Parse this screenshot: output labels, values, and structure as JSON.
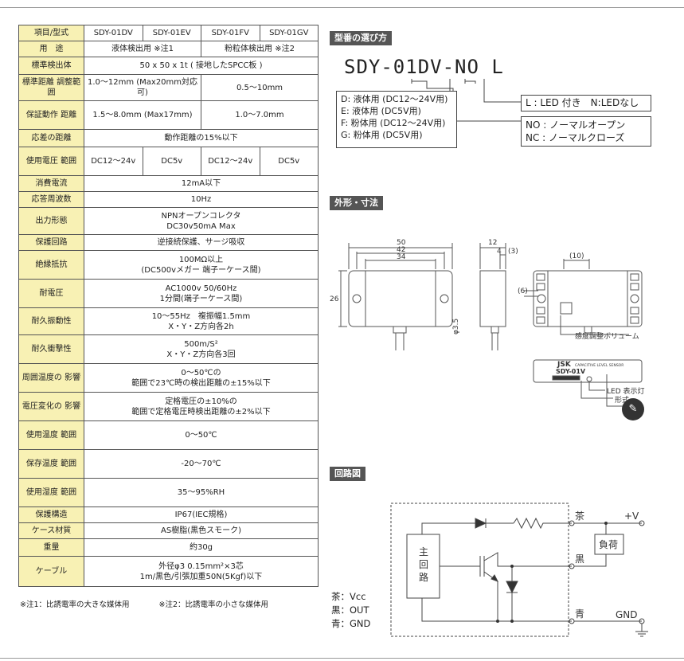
{
  "spec": {
    "header": [
      "項目/型式",
      "SDY-01DV",
      "SDY-01EV",
      "SDY-01FV",
      "SDY-01GV"
    ],
    "rows": {
      "use": {
        "k": "用　途",
        "a": "液体検出用 ※注1",
        "b": "粉粒体検出用 ※注2"
      },
      "std_obj": {
        "k": "標準検出体",
        "v": "50 x 50 x 1t ( 接地したSPCC板 )"
      },
      "std_dist": {
        "k": "標準距離 調整範囲",
        "a": "1.0～12mm (Max20mm対応可)",
        "b": "0.5～10mm"
      },
      "guar": {
        "k": "保証動作 距離",
        "a": "1.5～8.0mm (Max17mm)",
        "b": "1.0～7.0mm"
      },
      "hyst": {
        "k": "応差の距離",
        "v": "動作距離の15%以下"
      },
      "volt": {
        "k": "使用電圧 範囲",
        "c1": "DC12～24v",
        "c2": "DC5v",
        "c3": "DC12～24v",
        "c4": "DC5v"
      },
      "current": {
        "k": "消費電流",
        "v": "12mA以下"
      },
      "freq": {
        "k": "応答周波数",
        "v": "10Hz"
      },
      "output": {
        "k": "出力形態",
        "v1": "NPNオープンコレクタ",
        "v2": "DC30v50mA Max"
      },
      "protect": {
        "k": "保護回路",
        "v": "逆接続保護、サージ吸収"
      },
      "insul": {
        "k": "絶縁抵抗",
        "v1": "100MΩ以上",
        "v2": "(DC500vメガー 端子ーケース間)"
      },
      "withstand": {
        "k": "耐電圧",
        "v1": "AC1000v 50/60Hz",
        "v2": "1分間(端子ーケース間)"
      },
      "vib": {
        "k": "耐久振動性",
        "v1": "10～55Hz　複振幅1.5mm",
        "v2": "X・Y・Z方向各2h"
      },
      "shock": {
        "k": "耐久衝撃性",
        "v1": "500m/S²",
        "v2": "X・Y・Z方向各3回"
      },
      "temp_eff": {
        "k": "周囲温度の 影響",
        "v1": "0～50℃の",
        "v2": "範囲で23℃時の検出距離の±15%以下"
      },
      "volt_eff": {
        "k": "電圧変化の 影響",
        "v1": "定格電圧の±10%の",
        "v2": "範囲で定格電圧時検出距離の±2%以下"
      },
      "op_temp": {
        "k": "使用温度 範囲",
        "v": "0～50℃"
      },
      "st_temp": {
        "k": "保存温度 範囲",
        "v": "-20～70℃"
      },
      "humid": {
        "k": "使用湿度 範囲",
        "v": "35～95%RH"
      },
      "ip": {
        "k": "保護構造",
        "v": "IP67(IEC規格)"
      },
      "case": {
        "k": "ケース材質",
        "v": "AS樹脂(黒色スモーク)"
      },
      "weight": {
        "k": "重量",
        "v": "約30g"
      },
      "cable": {
        "k": "ケーブル",
        "v1": "外径φ3 0.15mm²×3芯",
        "v2": "1m/黒色/引張加重50N(5Kgf)以下"
      }
    }
  },
  "notes": {
    "n1": "※注1：比誘電率の大きな媒体用",
    "n2": "※注2：比誘電率の小さな媒体用"
  },
  "model_section": {
    "title": "型番の選び方",
    "code": "SDY-01DV-NO L",
    "types": [
      "D: 液体用 (DC12～24V用)",
      "E: 液体用 (DC5V用)",
      "F: 粉体用 (DC12～24V用)",
      "G: 粉体用 (DC5V用)"
    ],
    "led": "L : LED 付き　N:LEDなし",
    "nonc": [
      "NO : ノーマルオープン",
      "NC : ノーマルクローズ"
    ]
  },
  "dim_section": {
    "title": "外形・寸法",
    "dims": {
      "w50": "50",
      "w42": "42",
      "w34": "34",
      "h26": "26",
      "d12": "12",
      "d4": "4",
      "d3": "(3)",
      "d10": "(10)",
      "d6": "(6)",
      "phi": "φ3.5"
    },
    "labels": {
      "vol": "感度調整ボリューム",
      "led": "LED 表示灯",
      "model": "形式",
      "jsk": "JSK",
      "sensor": "SDY-01V",
      "cap": "CAPACITIVE LEVEL SENSOR"
    }
  },
  "circuit_section": {
    "title": "回路図",
    "main": [
      "主",
      "回",
      "路"
    ],
    "load": "負荷",
    "pv": "+V",
    "gnd": "GND",
    "wires": {
      "brown": "茶",
      "black": "黒",
      "blue": "青"
    },
    "legend": [
      "茶：Vcc",
      "黒：OUT",
      "青：GND"
    ]
  }
}
